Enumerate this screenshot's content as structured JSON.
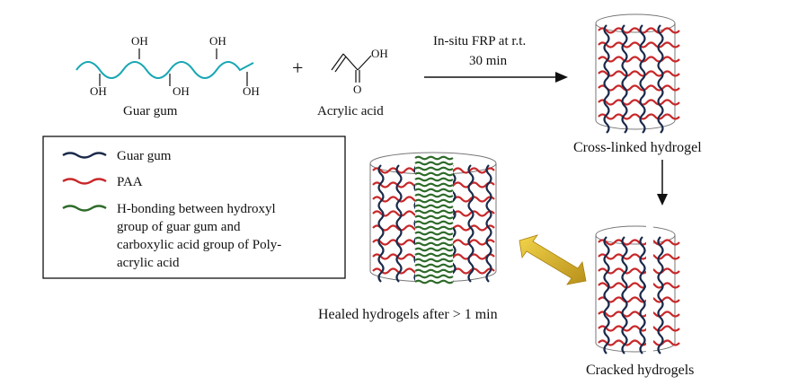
{
  "reaction": {
    "guar_gum_label": "Guar gum",
    "acrylic_acid_label": "Acrylic acid",
    "oh": "OH",
    "o": "O",
    "plus": "+",
    "arrow_label_line1": "In-situ FRP at r.t.",
    "arrow_label_line2": "30 min"
  },
  "states": {
    "crosslinked": "Cross-linked hydrogel",
    "cracked": "Cracked hydrogels",
    "healed": "Healed hydrogels after > 1 min"
  },
  "legend": {
    "items": [
      {
        "label": "Guar gum",
        "color": "#1a2a4a"
      },
      {
        "label": "PAA",
        "color": "#c8282a"
      },
      {
        "label": "H-bonding between hydroxyl",
        "color": "#2e6b2a"
      }
    ],
    "hbond_line2": "group of guar gum and",
    "hbond_line3": "carboxylic acid group of Poly-",
    "hbond_line4": "acrylic acid"
  },
  "colors": {
    "guar": "#1a2a4a",
    "paa": "#c8282a",
    "hbond": "#2e6b2a",
    "chain": "#17a7b3",
    "arrow_gold": "#d8b020"
  }
}
